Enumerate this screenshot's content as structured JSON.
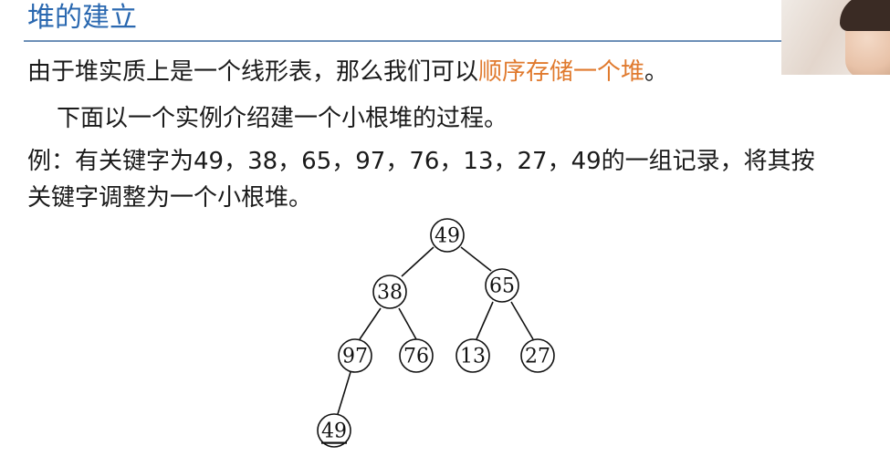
{
  "slide": {
    "title": "堆的建立",
    "line1_part1": "由于堆实质上是一个线形表，那么我们可以",
    "line1_highlight": "顺序存储一个堆",
    "line1_end": "。",
    "line2": "下面以一个实例介绍建一个小根堆的过程。",
    "line3": "例：有关键字为49，38，65，97，76，13，27，49的一组记录，将其按",
    "line4": "关键字调整为一个小根堆。"
  },
  "tree": {
    "nodes": [
      "49",
      "38",
      "65",
      "97",
      "76",
      "13",
      "27",
      "49"
    ]
  },
  "colors": {
    "title": "#2a68b0",
    "highlight": "#e07a2e"
  }
}
